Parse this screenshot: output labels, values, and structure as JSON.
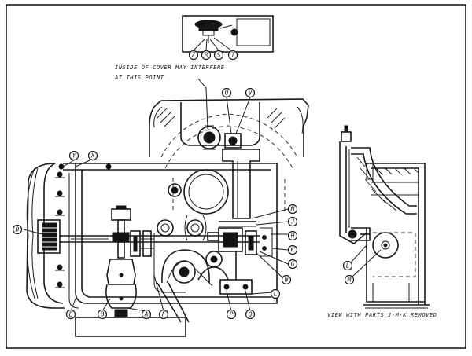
{
  "notes": {
    "cover_interference": [
      "INSIDE OF COVER MAY INTERFERE",
      "AT THIS POINT"
    ],
    "side_view_caption": "VIEW WITH PARTS J-M-K REMOVED"
  },
  "callouts": {
    "Z": "Z",
    "R": "R",
    "S": "S",
    "T": "T",
    "U": "U",
    "V": "V",
    "X": "X",
    "Y": "Y",
    "D": "D",
    "N": "N",
    "J": "J",
    "H": "H",
    "K": "K",
    "G": "G",
    "W": "W",
    "L": "L",
    "E": "E",
    "B": "B",
    "A": "A",
    "F": "F",
    "P": "P",
    "Q": "Q",
    "L2": "L",
    "M": "M"
  },
  "inset_label_lines": [
    "",
    "",
    "",
    ""
  ]
}
